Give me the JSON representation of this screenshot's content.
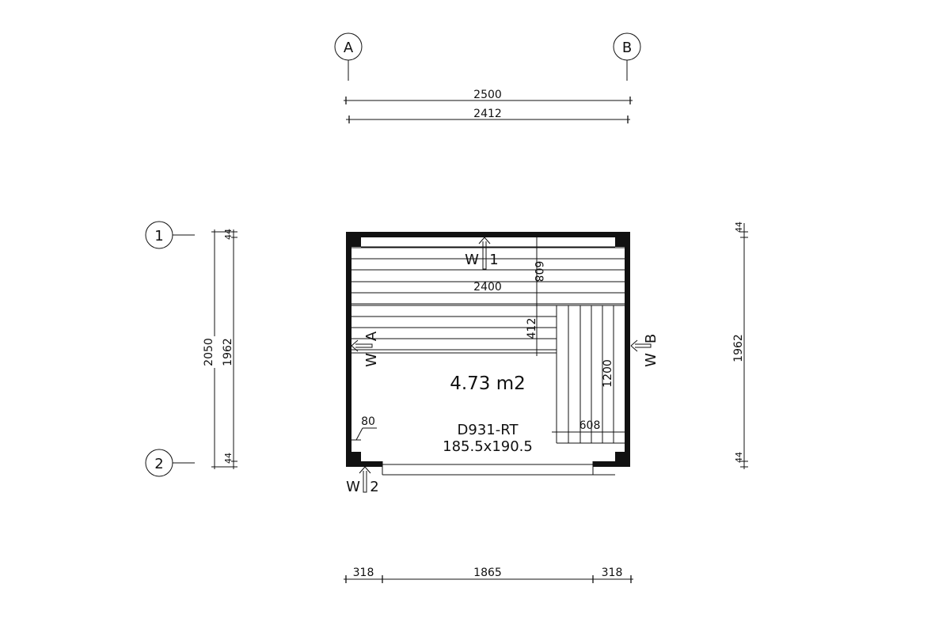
{
  "grid_axes": {
    "columns": [
      "A",
      "B"
    ],
    "rows": [
      "1",
      "2"
    ]
  },
  "dimensions": {
    "top_overall": "2500",
    "top_inner": "2412",
    "left_overall": "2050",
    "left_inner": "1962",
    "left_top_wall": "44",
    "left_bottom_wall": "44",
    "right_inner": "1962",
    "right_top_wall": "44",
    "right_bottom_wall": "44",
    "bottom_left": "318",
    "bottom_middle": "1865",
    "bottom_right": "318",
    "bench_length": "2400",
    "bench_upper_depth": "608",
    "bench_lower_depth": "412",
    "side_bench_length": "1200",
    "side_bench_depth": "608",
    "wall_thickness": "80"
  },
  "walls": {
    "w1": "W",
    "w1_num": "1",
    "w2": "W",
    "w2_num": "2",
    "wa": "W",
    "wa_letter": "A",
    "wb": "W",
    "wb_letter": "B"
  },
  "room": {
    "area": "4.73 m2",
    "door_code": "D931-RT",
    "door_size": "185.5x190.5"
  },
  "colors": {
    "line": "#111111",
    "background": "#ffffff"
  }
}
